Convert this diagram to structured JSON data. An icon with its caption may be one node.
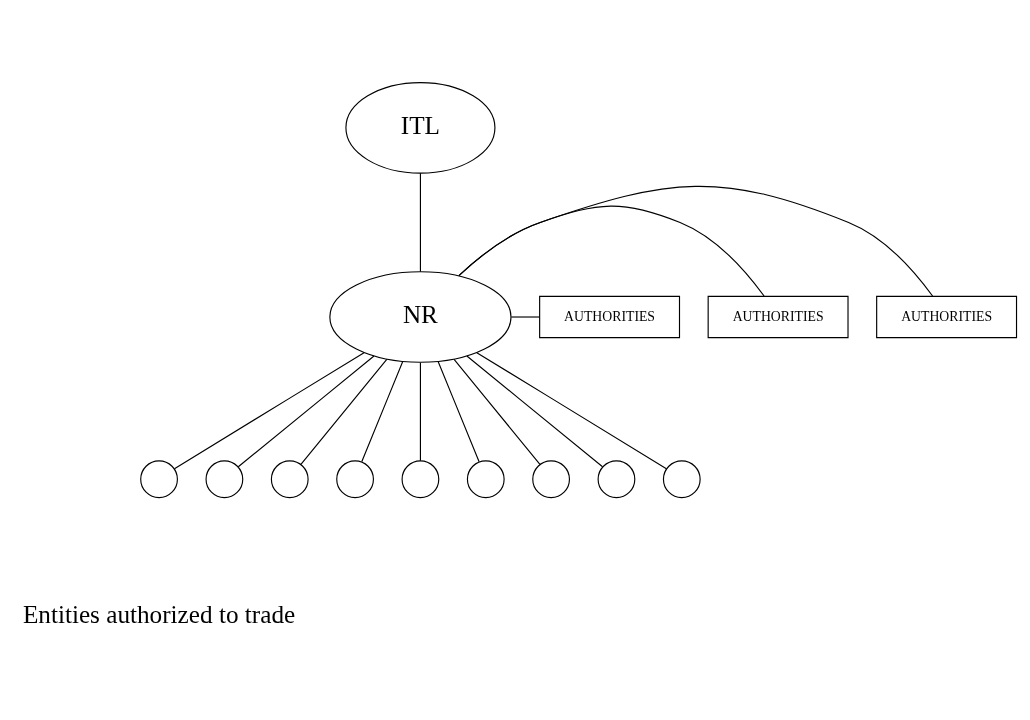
{
  "diagram": {
    "nodes": [
      {
        "text": [
          "ITL"
        ]
      },
      {
        "text": [
          "NR"
        ]
      },
      {
        "text": [
          "AUTHORITIES"
        ]
      },
      {
        "text": [
          "AUTHORITIES"
        ]
      },
      {
        "text": [
          "AUTHORITIES"
        ]
      },
      {
        "text": [],
        "shape": "circle"
      },
      {
        "text": [],
        "shape": "circle"
      },
      {
        "text": [],
        "shape": "circle"
      },
      {
        "text": [],
        "shape": "circle"
      },
      {
        "text": [],
        "shape": "circle"
      },
      {
        "text": [],
        "shape": "circle"
      },
      {
        "text": [],
        "shape": "circle"
      },
      {
        "text": [],
        "shape": "circle"
      },
      {
        "text": [],
        "shape": "circle"
      }
    ],
    "edges": [
      {
        "from": 0,
        "to": 1,
        "arrow": "none"
      },
      {
        "from": 1,
        "to": 2,
        "arrow": "none"
      },
      {
        "from": 1,
        "to": 3,
        "arrow": "none"
      },
      {
        "from": 1,
        "to": 4,
        "arrow": "none"
      },
      {
        "from": 1,
        "to": 5,
        "arrow": "none"
      },
      {
        "from": 1,
        "to": 6,
        "arrow": "none"
      },
      {
        "from": 1,
        "to": 7,
        "arrow": "none"
      },
      {
        "from": 1,
        "to": 8,
        "arrow": "none"
      },
      {
        "from": 1,
        "to": 9,
        "arrow": "none"
      },
      {
        "from": 1,
        "to": 10,
        "arrow": "none"
      },
      {
        "from": 1,
        "to": 11,
        "arrow": "none"
      },
      {
        "from": 1,
        "to": 12,
        "arrow": "none"
      },
      {
        "from": 1,
        "to": 13,
        "arrow": "none"
      }
    ],
    "labels": [
      "Entities authorized to trade"
    ]
  }
}
